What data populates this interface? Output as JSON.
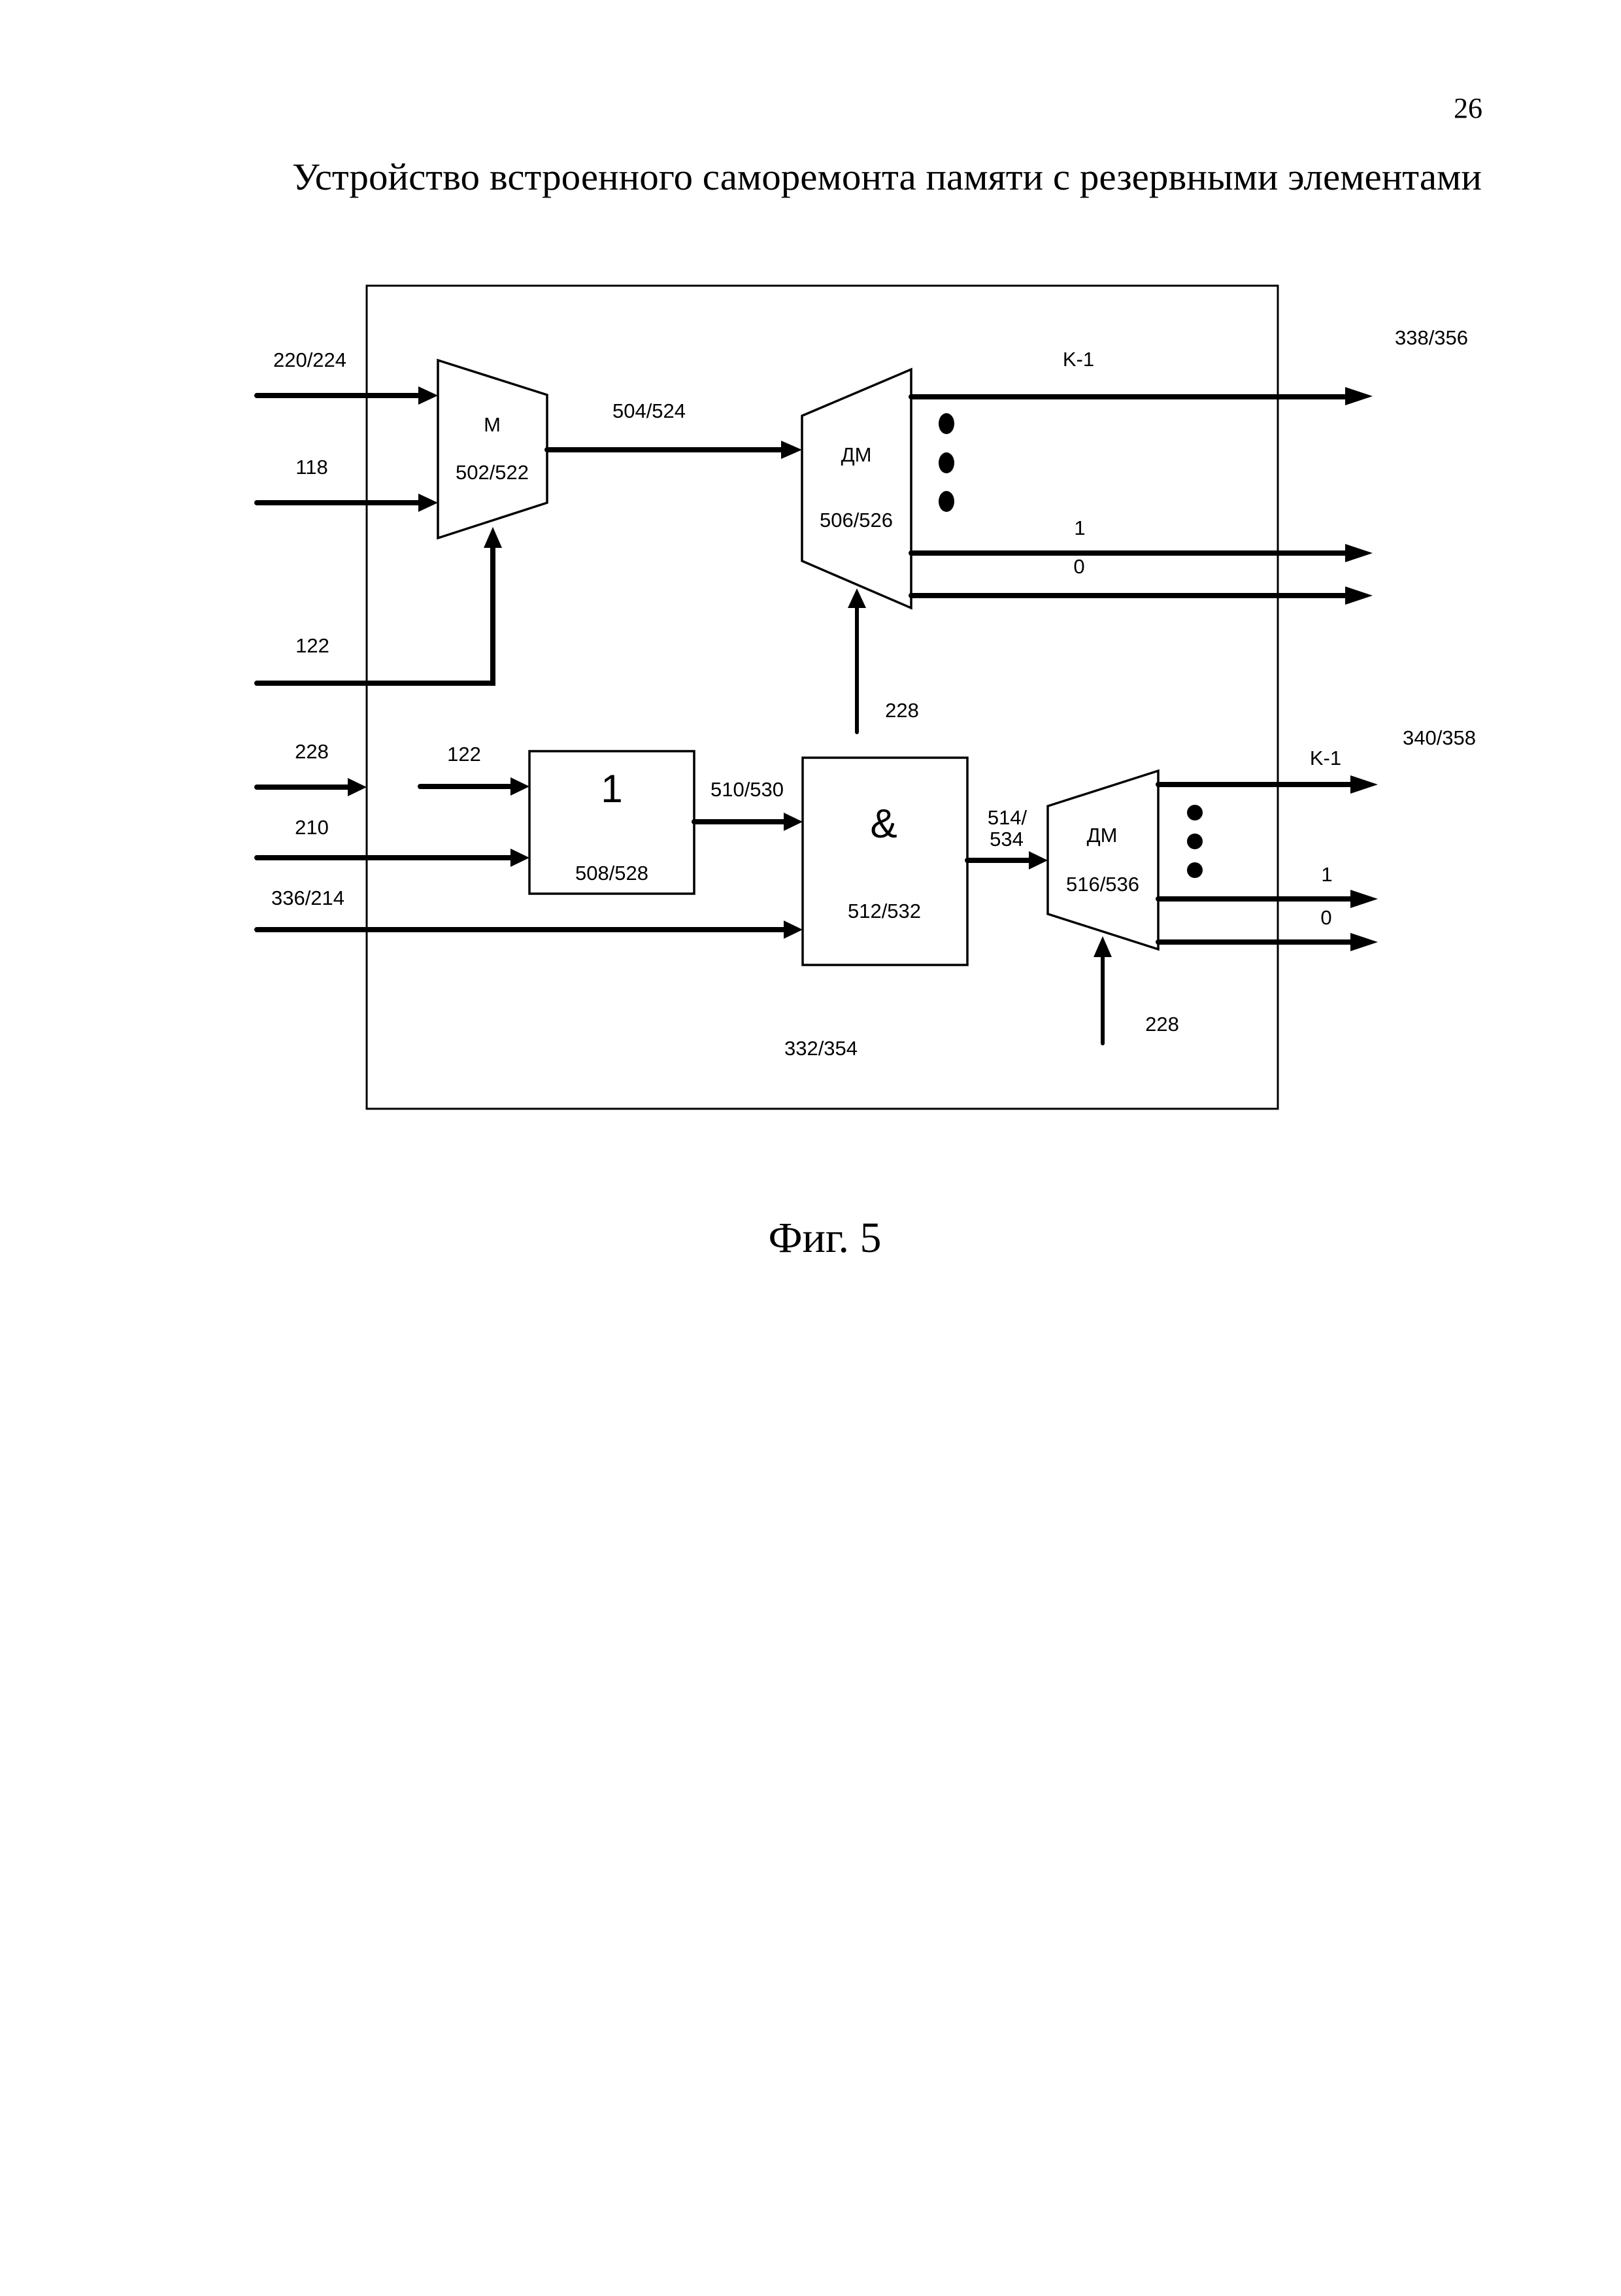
{
  "page": {
    "page_number": "26",
    "title": "Устройство встроенного саморемонта памяти с резервными элементами",
    "figure_caption": "Фиг. 5"
  },
  "diagram": {
    "outer_block_label": "332/354",
    "top_section": {
      "inputs": {
        "in_220_224": "220/224",
        "in_118": "118",
        "in_122": "122"
      },
      "mux": {
        "symbol": "M",
        "ref": "502/522"
      },
      "mux_output": "504/524",
      "demux": {
        "symbol": "ДМ",
        "ref": "506/526",
        "control": "228"
      },
      "outputs": {
        "k_minus_1": "K-1",
        "one": "1",
        "zero": "0"
      },
      "output_bus_label": "338/356"
    },
    "bottom_section": {
      "inputs": {
        "in_228": "228",
        "in_122": "122",
        "in_210": "210",
        "in_336_214": "336/214"
      },
      "or_gate": {
        "symbol": "1",
        "ref": "508/528"
      },
      "or_output": "510/530",
      "and_gate": {
        "symbol": "&",
        "ref": "512/532"
      },
      "and_output_line1": "514/",
      "and_output_line2": "534",
      "demux": {
        "symbol": "ДМ",
        "ref": "516/536",
        "control": "228"
      },
      "outputs": {
        "k_minus_1": "K-1",
        "one": "1",
        "zero": "0"
      },
      "output_bus_label": "340/358"
    }
  }
}
